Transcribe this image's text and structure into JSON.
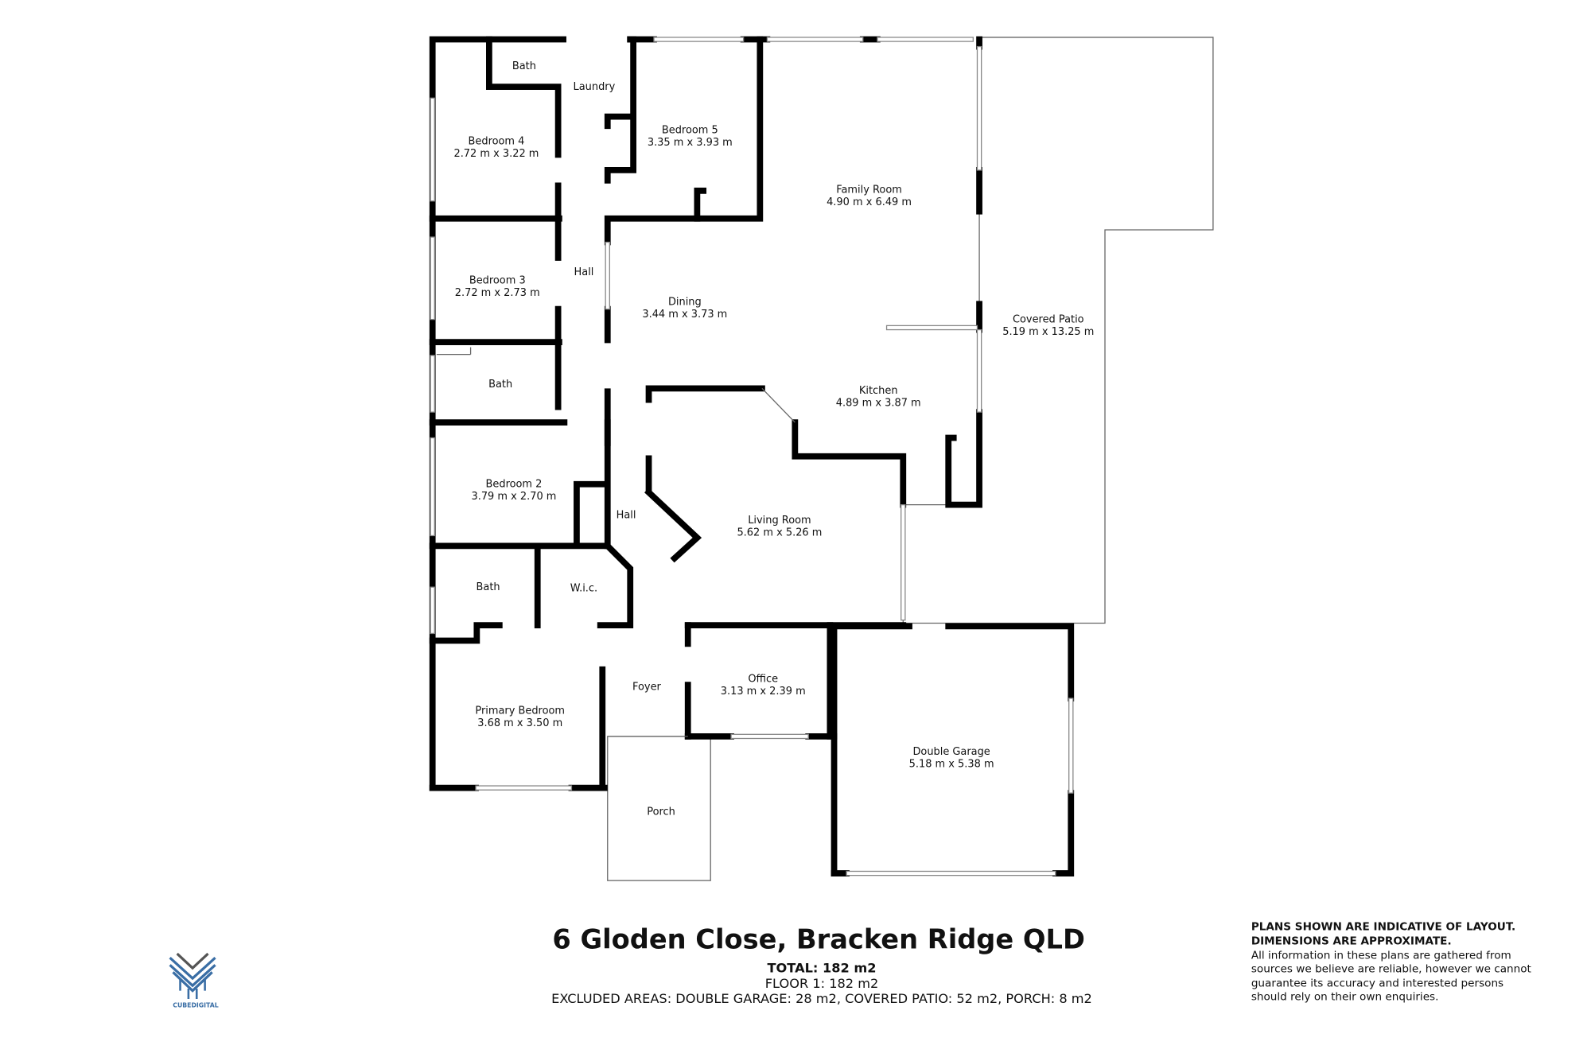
{
  "rooms": {
    "bath_top": "Bath",
    "laundry": "Laundry",
    "bedroom4": {
      "name": "Bedroom 4",
      "dims": "2.72 m x 3.22 m"
    },
    "bedroom5": {
      "name": "Bedroom 5",
      "dims": "3.35 m x 3.93 m"
    },
    "family": {
      "name": "Family Room",
      "dims": "4.90 m x 6.49 m"
    },
    "bedroom3": {
      "name": "Bedroom 3",
      "dims": "2.72 m x 2.73 m"
    },
    "hall_upper": "Hall",
    "dining": {
      "name": "Dining",
      "dims": "3.44 m x 3.73 m"
    },
    "patio": {
      "name": "Covered Patio",
      "dims": "5.19 m x 13.25 m"
    },
    "bath_mid": "Bath",
    "kitchen": {
      "name": "Kitchen",
      "dims": "4.89 m x 3.87 m"
    },
    "bedroom2": {
      "name": "Bedroom 2",
      "dims": "3.79 m x 2.70 m"
    },
    "hall_lower": "Hall",
    "living": {
      "name": "Living Room",
      "dims": "5.62 m x 5.26 m"
    },
    "bath_lower": "Bath",
    "wic": "W.i.c.",
    "foyer": "Foyer",
    "office": {
      "name": "Office",
      "dims": "3.13 m x 2.39 m"
    },
    "primary": {
      "name": "Primary Bedroom",
      "dims": "3.68 m x 3.50 m"
    },
    "garage": {
      "name": "Double Garage",
      "dims": "5.18 m x 5.38 m"
    },
    "porch": "Porch"
  },
  "footer": {
    "address": "6 Gloden Close, Bracken Ridge QLD",
    "total": "TOTAL: 182 m2",
    "floor1": "FLOOR 1: 182 m2",
    "excluded": "EXCLUDED AREAS: DOUBLE GARAGE: 28 m2, COVERED PATIO: 52 m2, PORCH: 8 m2",
    "disclaimer_bold1": "PLANS SHOWN ARE INDICATIVE OF LAYOUT.",
    "disclaimer_bold2": "DIMENSIONS ARE APPROXIMATE.",
    "disclaimer_lines": [
      "All information in these plans are gathered from",
      "sources we believe are reliable, however we cannot",
      "guarantee its accuracy and interested persons",
      "should rely on their own enquiries."
    ],
    "logo_text": "CUBEDIGITAL"
  },
  "colors": {
    "wall": "#000000",
    "logo_blue": "#3a6ea5",
    "logo_grey": "#555555"
  }
}
